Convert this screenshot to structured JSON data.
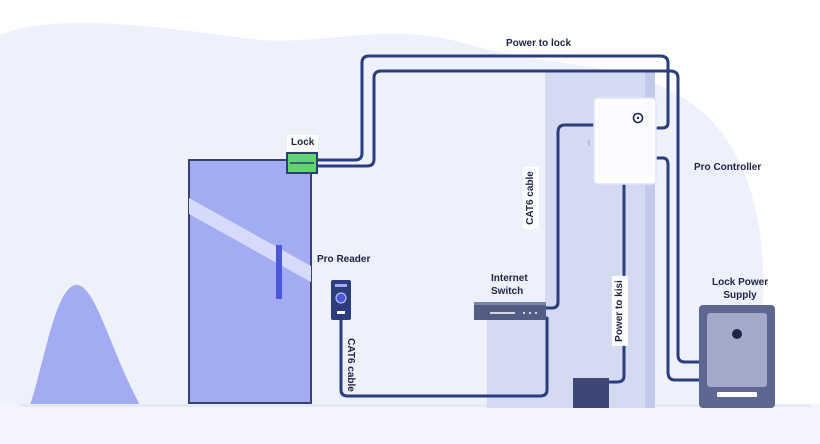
{
  "labels": {
    "power_to_lock": "Power to lock",
    "lock": "Lock",
    "pro_controller": "Pro Controller",
    "cat6_cable_top": "CAT6 cable",
    "pro_reader": "Pro Reader",
    "internet_switch_line1": "Internet",
    "internet_switch_line2": "Switch",
    "power_to_kisi": "Power to kisi",
    "cat6_cable_bottom": "CAT6 cable",
    "lock_power_line1": "Lock Power",
    "lock_power_line2": "Supply"
  },
  "colors": {
    "cable": "#2c3d7e",
    "door": "#a3acf3",
    "door_stroke": "#3a4170",
    "background_blob": "#eef0fc",
    "wall": "#d5daf3",
    "lock_green": "#63d36c",
    "text": "#1d2447"
  },
  "icons": {
    "lock": "lock-icon",
    "reader": "card-reader-icon",
    "controller": "controller-logo-icon",
    "switch": "network-switch-icon",
    "power_supply": "power-supply-icon",
    "power_outlet": "power-outlet-icon"
  }
}
